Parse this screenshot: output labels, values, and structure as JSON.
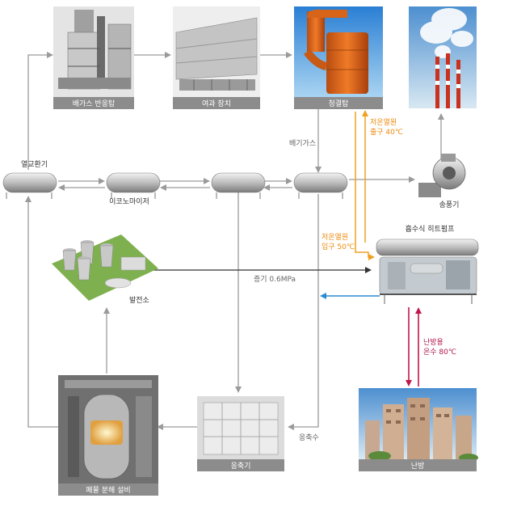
{
  "nodes": {
    "gas_reactor": {
      "caption": "배가스 반응탑"
    },
    "filter": {
      "caption": "여과 장치"
    },
    "scrubber": {
      "caption": "청결탑"
    },
    "chimney": {},
    "heat_exchanger": {
      "label": "열교환기"
    },
    "economizer": {
      "label": "이코노마이저"
    },
    "blower": {
      "label": "송풍기"
    },
    "heat_pump": {
      "label": "흡수식 히트펌프"
    },
    "power_plant": {
      "label": "발전소"
    },
    "waste_facility": {
      "caption": "폐물 분해 설비"
    },
    "condenser": {
      "caption": "응축기"
    },
    "heating": {
      "caption": "난방"
    }
  },
  "annotations": {
    "exhaust_gas": "배기가스",
    "low_temp_out_1": "저온열원",
    "low_temp_out_2": "출구 40℃",
    "low_temp_in_1": "저온열원",
    "low_temp_in_2": "입구 50℃",
    "steam": "증기 0.6MPa",
    "heating_water_1": "난방용",
    "heating_water_2": "온수 80℃",
    "condensate": "응축수"
  },
  "colors": {
    "flow_gray": "#9a9a9a",
    "low_temp": "#f0a020",
    "heating_water": "#c0184c",
    "return_blue": "#2a8ad0",
    "steam_line": "#333333",
    "caption_bg": "#8c8c8c"
  }
}
